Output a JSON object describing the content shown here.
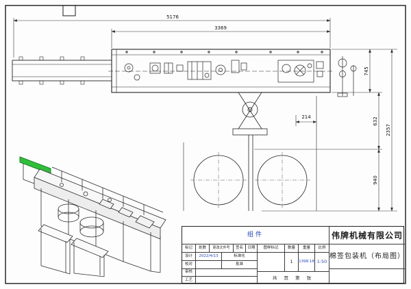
{
  "dimensions": {
    "d5176": "5176",
    "d3369": "3369",
    "d745": "745",
    "d632": "632",
    "d940": "940",
    "d2357": "2357",
    "d214": "214"
  },
  "title_block": {
    "component": "组件",
    "company": "伟牌机械有限公司",
    "drawing_title": "棉签包装机（布局图）",
    "mark_label": "标记",
    "count_label": "处数",
    "change_doc_label": "更改文件号",
    "signature_label": "签名",
    "date_label": "日期",
    "design_label": "设计",
    "design_date": "2022/4/13",
    "standardization_label": "标准化",
    "proofread_label": "校对",
    "approve_label": "批准",
    "review_label": "审核",
    "process_label": "工艺",
    "stamp_label": "图样标记",
    "quantity_label": "数量",
    "weight_label": "重量",
    "scale_label": "比例",
    "quantity_value": "1",
    "weight_value": "1398.18",
    "scale_value": "1:50",
    "sheet_label": "共  页  第  张"
  },
  "colors": {
    "accent_blue": "#2343c3",
    "conveyor_green": "#2fbf3a",
    "line": "#222222"
  }
}
